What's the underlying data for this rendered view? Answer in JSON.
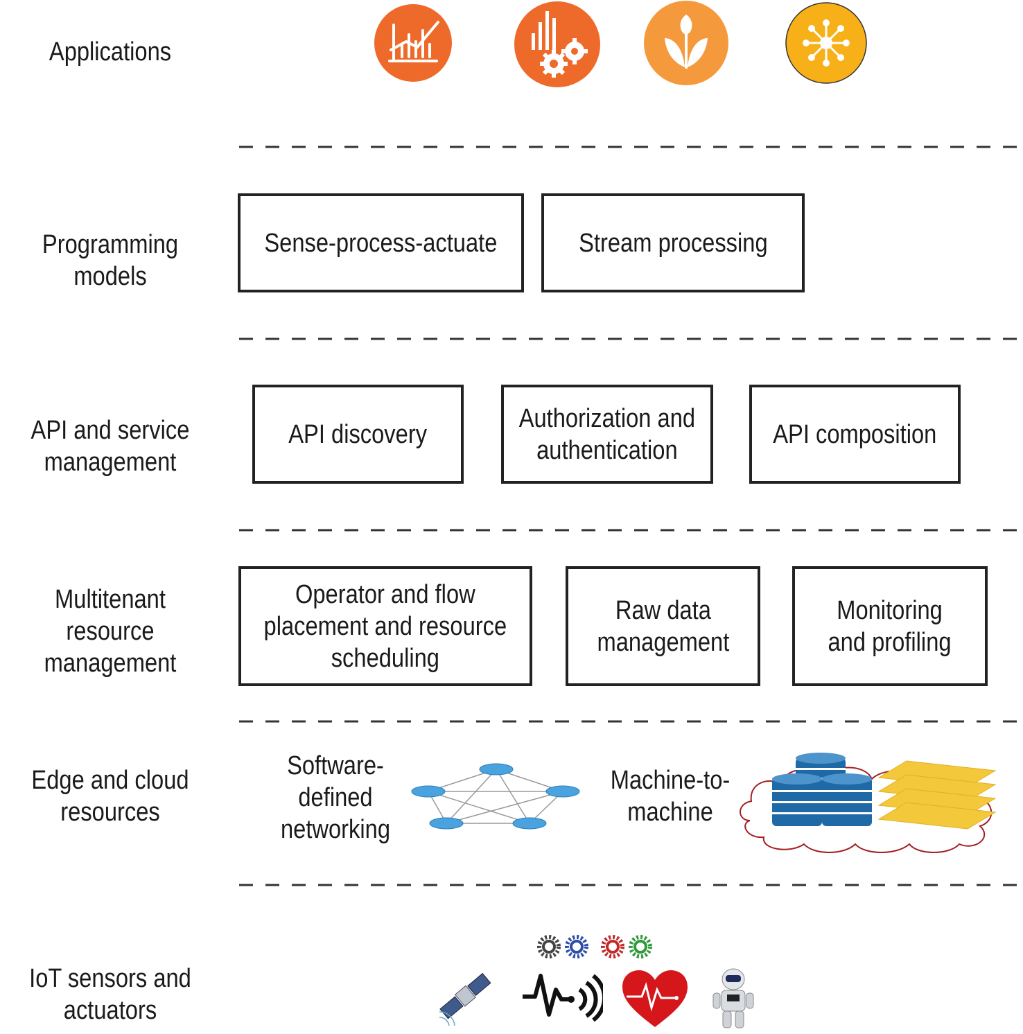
{
  "layers": [
    {
      "label": "Applications"
    },
    {
      "label": "Programming\nmodels"
    },
    {
      "label": "API and service\nmanagement"
    },
    {
      "label": "Multitenant resource\nmanagement"
    },
    {
      "label": "Edge and cloud\nresources"
    },
    {
      "label": "IoT sensors and\nactuators"
    }
  ],
  "programming_models": [
    "Sense-process-actuate",
    "Stream processing"
  ],
  "api_service": [
    "API discovery",
    "Authorization and\nauthentication",
    "API composition"
  ],
  "resource_management": [
    "Operator and flow\nplacement and resource\nscheduling",
    "Raw data\nmanagement",
    "Monitoring\nand profiling"
  ],
  "edge_cloud": {
    "sdn": "Software-\ndefined\nnetworking",
    "m2m": "Machine-to-\nmachine"
  },
  "icons": {
    "applications": [
      "analytics-chart-icon",
      "data-gears-icon",
      "plant-icon",
      "network-hub-icon"
    ],
    "edge": [
      "router-network-icon",
      "cloud-database-icon"
    ],
    "iot": [
      "gears-icon",
      "satellite-icon",
      "signal-wave-icon",
      "heart-rate-icon",
      "robot-icon"
    ]
  },
  "colors": {
    "app1": "#ee6a2a",
    "app2": "#ee6a2a",
    "app3": "#f59a3c",
    "app4": "#f7b017",
    "db_blue": "#1f6aa6",
    "layer_yellow": "#f3c83a",
    "cloud_red": "#a31f24",
    "router_blue": "#4aa3df"
  }
}
